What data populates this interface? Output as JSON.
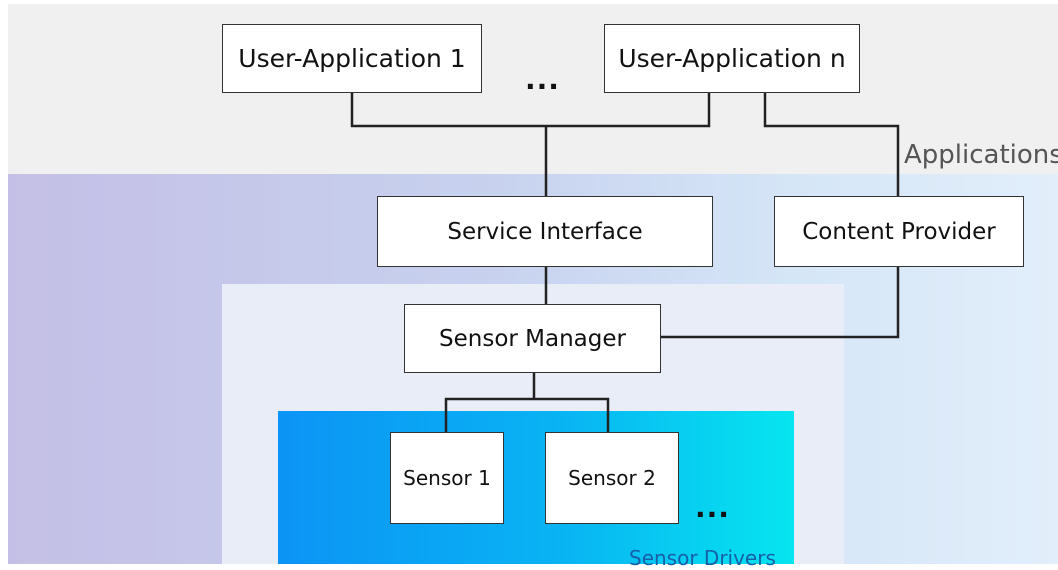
{
  "applications": {
    "layer_label": "Applications",
    "user_app_1": "User-Application 1",
    "user_app_n": "User-Application n",
    "ellipsis": "..."
  },
  "framework": {
    "service_interface": "Service Interface",
    "content_provider": "Content Provider",
    "sensor_manager": "Sensor Manager"
  },
  "drivers": {
    "layer_label": "Sensor Drivers",
    "sensor_1": "Sensor 1",
    "sensor_2": "Sensor 2",
    "ellipsis": "..."
  },
  "colors": {
    "applications_layer": "#f0f0f0",
    "framework_layer_left": "#c4bfe6",
    "framework_layer_right": "#e2eefa",
    "manager_layer": "#e9edf7",
    "drivers_layer_left": "#0c93f5",
    "drivers_layer_right": "#06e5ef",
    "connector": "#222222"
  }
}
